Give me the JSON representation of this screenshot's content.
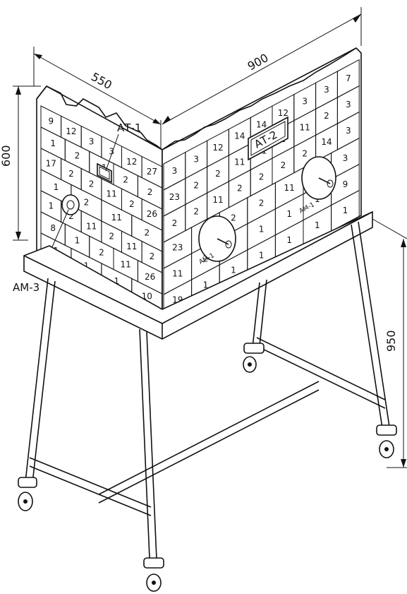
{
  "dimensions": {
    "width_left": "550",
    "width_right": "900",
    "wall_height": "600",
    "stand_height": "950"
  },
  "labels": {
    "at1": "АТ-1",
    "at2": "АТ-2",
    "am1_left": "АМ-1",
    "am1_right": "АМ-1",
    "am3": "АМ-3"
  },
  "bricks_left_face": [
    [
      "9",
      "12",
      "3",
      "3",
      "12",
      "27"
    ],
    [
      "1",
      "2",
      "11",
      "2",
      "2"
    ],
    [
      "17",
      "2",
      "2",
      "11",
      "2",
      "26"
    ],
    [
      "1",
      "2",
      "11",
      "2"
    ],
    [
      "1",
      "2",
      "11",
      "2",
      "11",
      "2"
    ],
    [
      "8",
      "1",
      "2",
      "11",
      "26"
    ],
    [
      "1",
      "1",
      "1",
      "10"
    ]
  ],
  "bricks_right_face": [
    [
      "3",
      "3",
      "12",
      "14",
      "14",
      "12",
      "3",
      "3",
      "7"
    ],
    [
      "23",
      "2",
      "2",
      "11",
      "11",
      "2",
      "11",
      "2",
      "3"
    ],
    [
      "2",
      "2",
      "11",
      "2",
      "2",
      "2",
      "2",
      "14",
      "3"
    ],
    [
      "23",
      "11",
      "2",
      "2",
      "11",
      "2",
      "3"
    ],
    [
      "11",
      "2",
      "2",
      "1",
      "1",
      "1",
      "9"
    ],
    [
      "19",
      "1",
      "1",
      "1",
      "1",
      "1",
      "1"
    ]
  ]
}
